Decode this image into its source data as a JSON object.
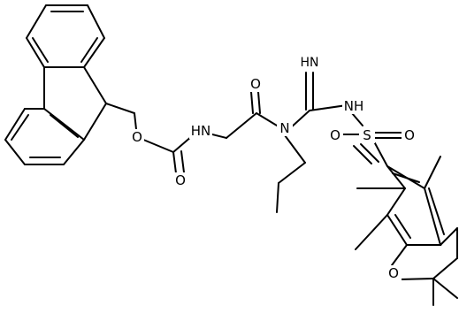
{
  "structure": {
    "atoms": {
      "O_ester": "O",
      "NH_carbamate": "HN",
      "O_carbonyl1": "O",
      "O_amide": "O",
      "N_amide": "N",
      "NH_imine": "HN",
      "NH_guan": "NH",
      "S": "S",
      "O_s1": "O",
      "O_s2": "O",
      "O_ring": "O"
    },
    "colors": {
      "bond": "#000000",
      "label": "#000000",
      "background": "#ffffff"
    }
  }
}
